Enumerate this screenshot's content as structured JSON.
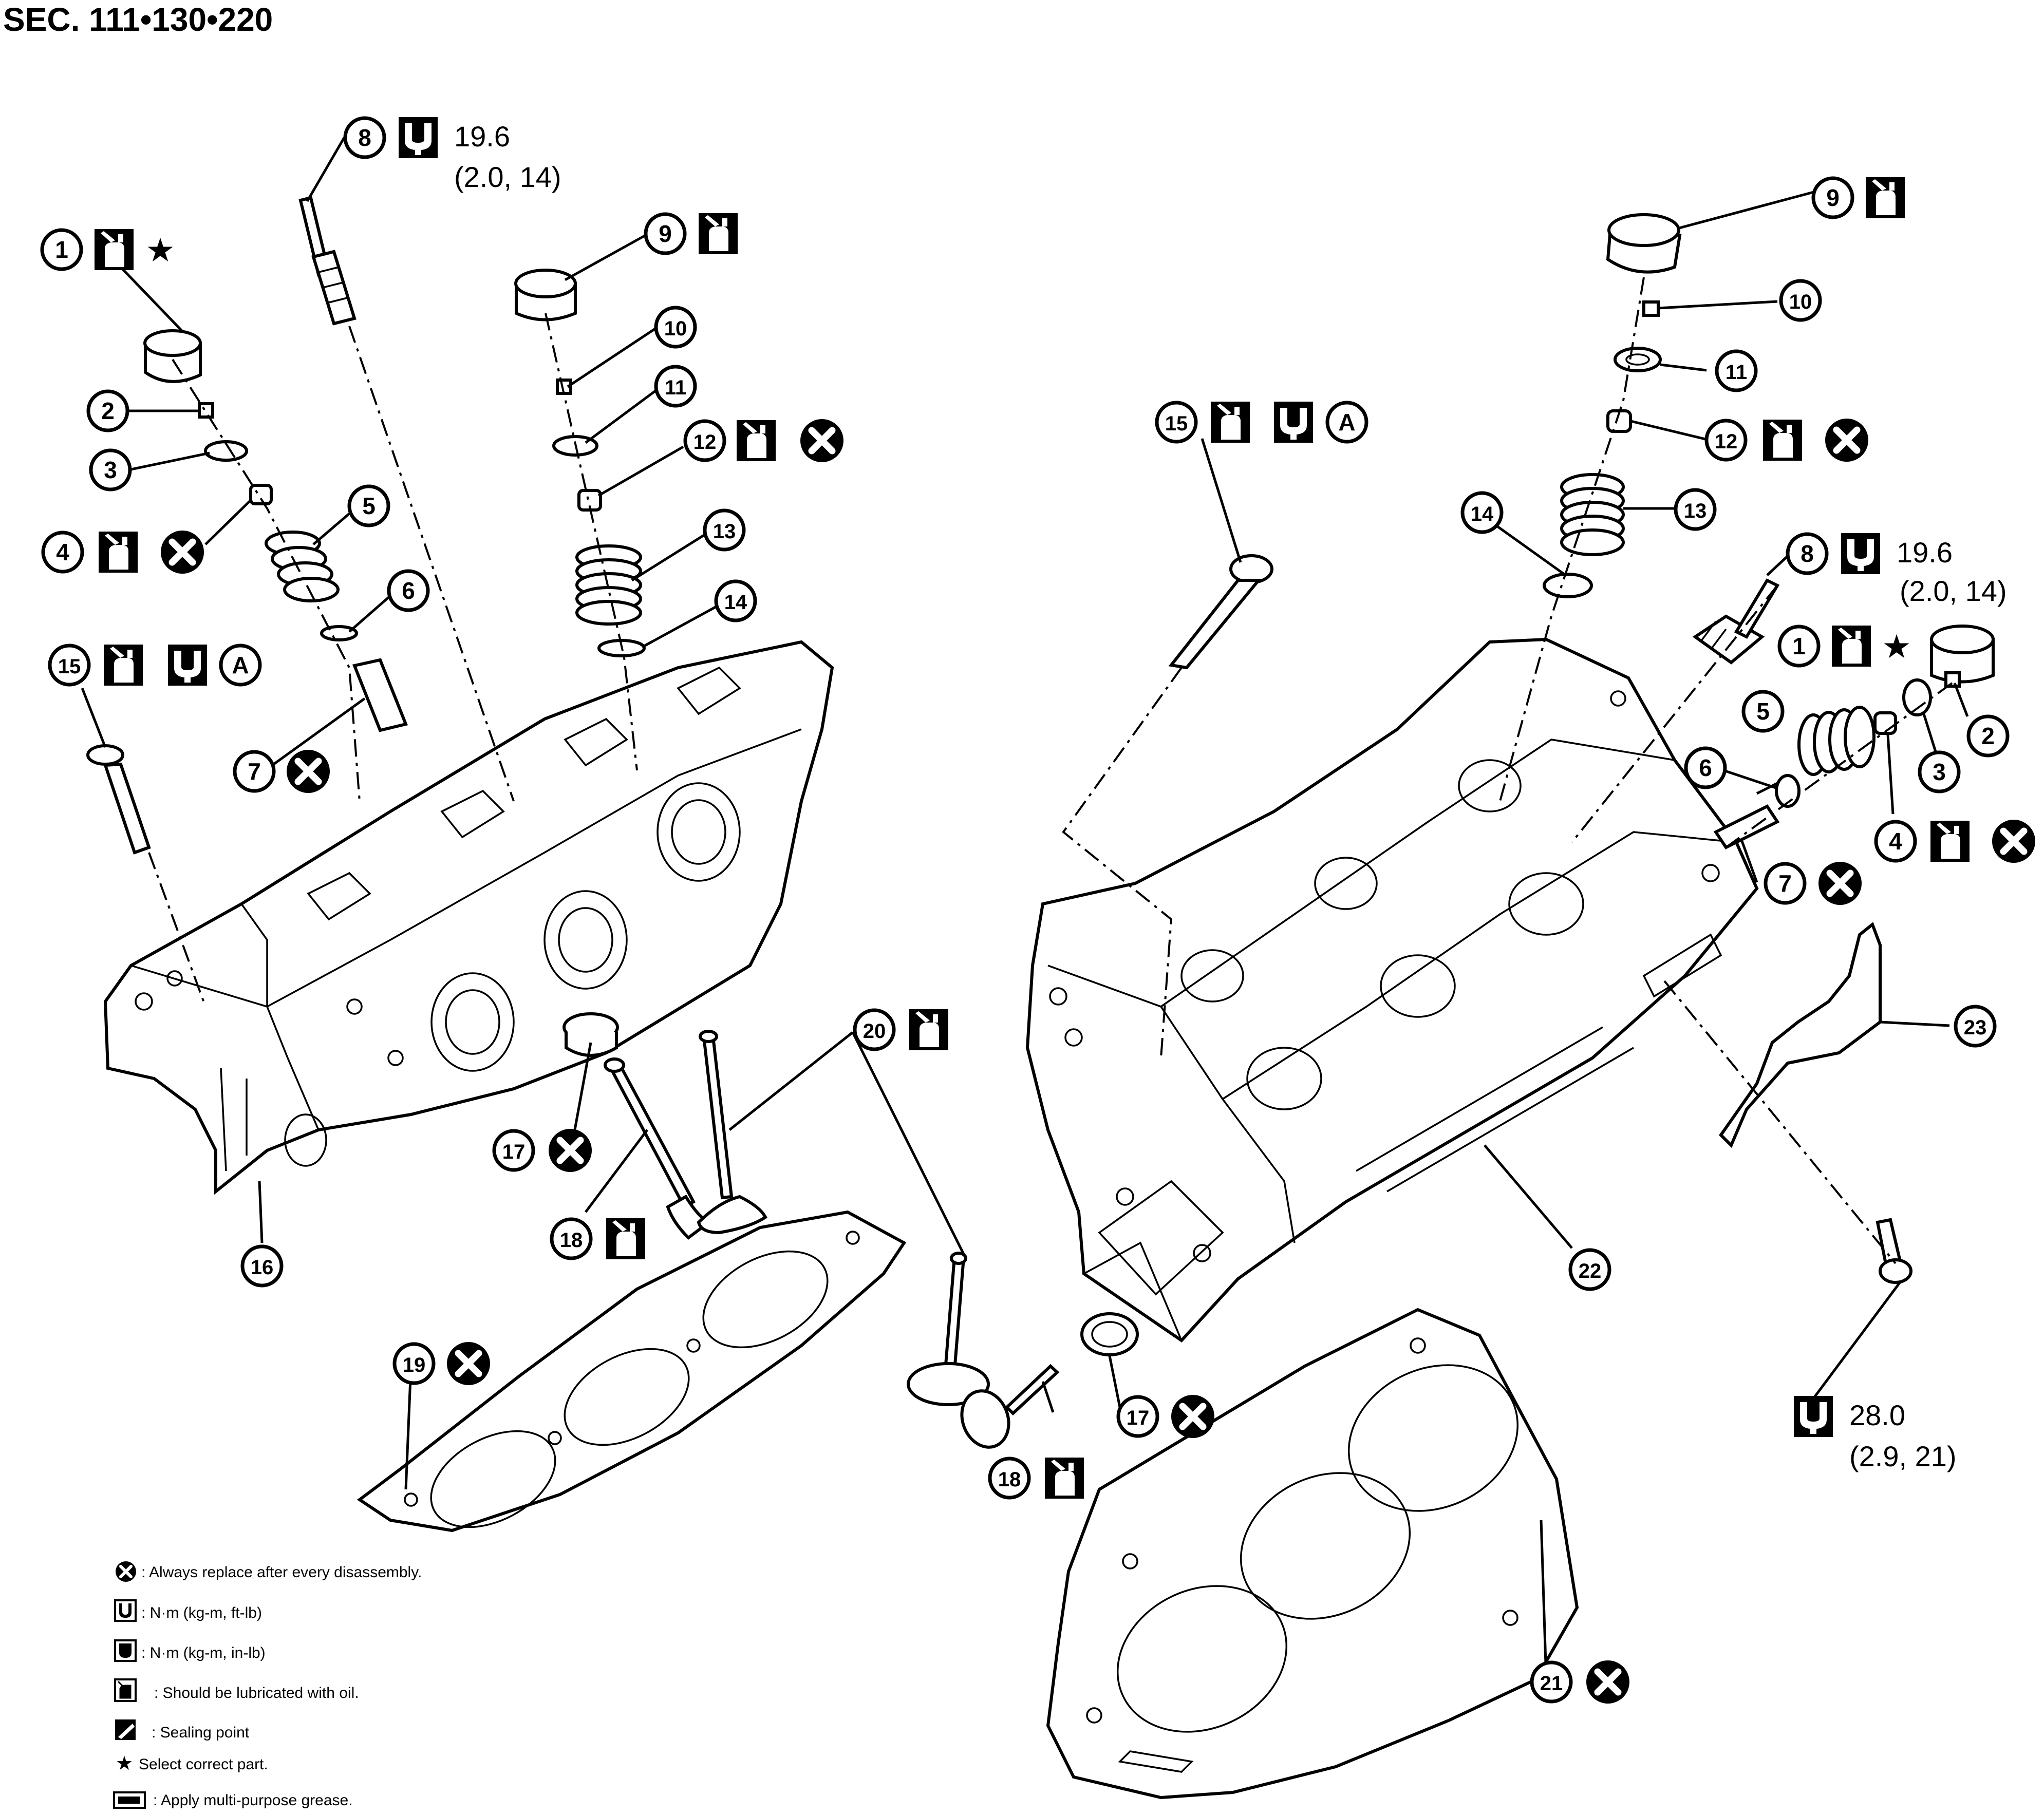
{
  "section_title": "SEC. 111•130•220",
  "callouts": {
    "n1": "1",
    "n2": "2",
    "n3": "3",
    "n4": "4",
    "n5": "5",
    "n6": "6",
    "n7": "7",
    "n8": "8",
    "n9": "9",
    "n10": "10",
    "n11": "11",
    "n12": "12",
    "n13": "13",
    "n14": "14",
    "n15": "15",
    "n16": "16",
    "n17": "17",
    "n18": "18",
    "n19": "19",
    "n20": "20",
    "n21": "21",
    "n22": "22",
    "n23": "23"
  },
  "torque": {
    "spark_plug_value": "19.6",
    "spark_plug_units": "(2.0, 14)",
    "bracket_bolt_value": "28.0",
    "bracket_bolt_units": "(2.9, 21)",
    "procedure_mark": "A"
  },
  "star_symbol": "★",
  "legend": {
    "replace": ": Always replace after every disassembly.",
    "torque_ft_lb": ": N·m (kg-m, ft-lb)",
    "torque_in_lb": ": N·m (kg-m, in-lb)",
    "lubricate": ": Should be lubricated with oil.",
    "sealing": ": Sealing point",
    "select_part": "Select correct part.",
    "grease": ": Apply multi-purpose grease."
  },
  "icons": {
    "replace": "x-circle-icon",
    "torque": "wrench-icon",
    "lubricate": "oil-can-icon",
    "sealing": "sealant-icon",
    "grease": "grease-gun-icon",
    "select": "star-icon"
  }
}
